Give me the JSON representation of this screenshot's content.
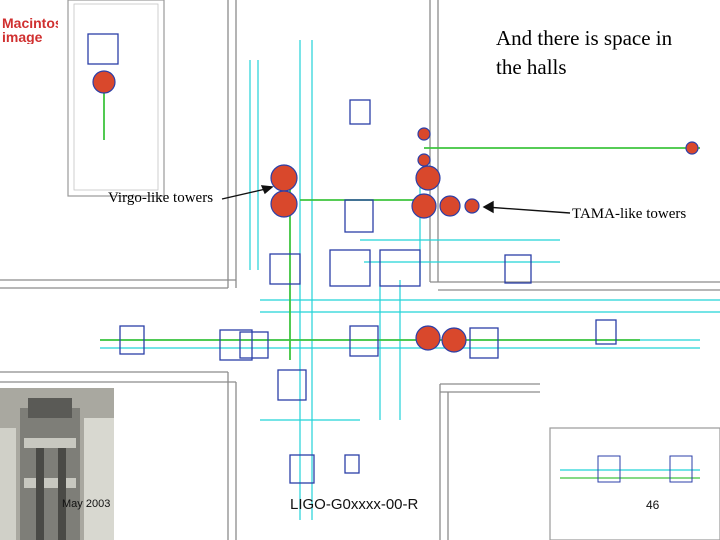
{
  "slide": {
    "title": "And there is space in the halls",
    "virgo_label": "Virgo-like towers",
    "tama_label": "TAMA-like towers",
    "footer_date": "May 2003",
    "footer_doc": "LIGO-G0xxxx-00-R",
    "page_number": "46",
    "mac_placeholder": "Macintosh image"
  },
  "colors": {
    "wall": "#8c8c8c",
    "cyan_line": "#22d3d8",
    "green_line": "#3ec43e",
    "tower_red": "#d9482c",
    "tower_blue": "#2b3fa8",
    "floor_blue": "#3a8de0"
  }
}
